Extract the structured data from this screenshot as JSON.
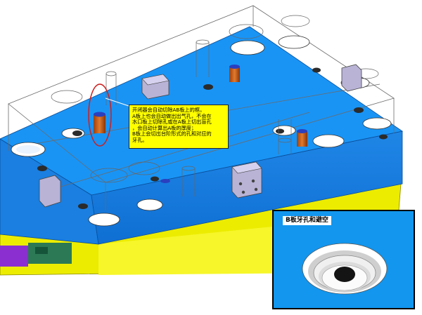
{
  "callout": {
    "lines": [
      "开闭器会自动切除AB板上的框。",
      "A板上也会自动做出出气孔，不会在",
      "水口板上切除孔或在A板上切出盲孔",
      "，会自动计算出A板的厚度；",
      "B板上会切出台阶形式的孔和对应的",
      "牙孔。"
    ]
  },
  "inset": {
    "label": "B板牙孔和避空"
  },
  "colors": {
    "plate_blue": "#1c8ef0",
    "plate_top": "#1a93f5",
    "plate_yellow": "#f2f200",
    "accent_purple": "#7f35c9",
    "bushing_orange": "#c85a14",
    "callout_bg": "#ffff00",
    "highlight_circle": "#cc1f1f"
  },
  "icons": [
    "clamp-block-icon",
    "bushing-icon",
    "hole-icon"
  ]
}
